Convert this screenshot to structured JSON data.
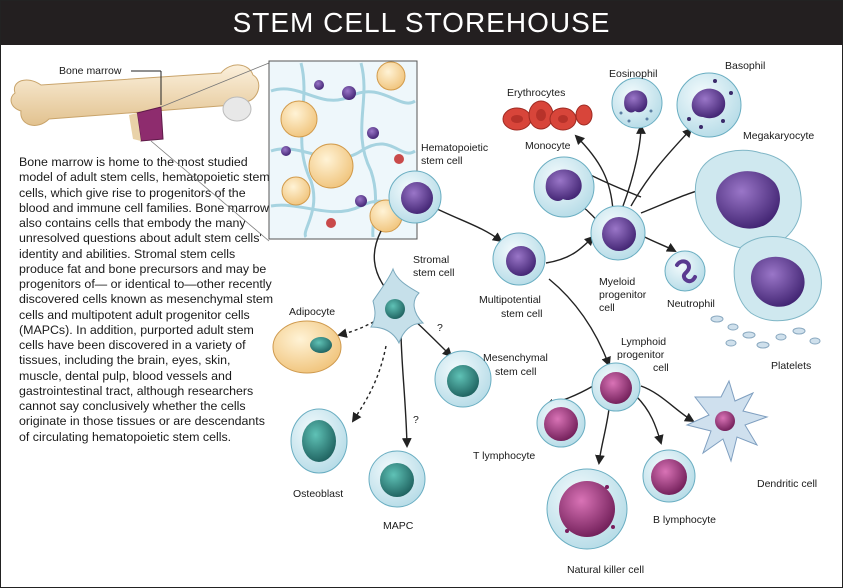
{
  "title": "STEM CELL STOREHOUSE",
  "intro_text": "Bone marrow is home to the most studied model of adult stem cells, hematopoietic stem cells, which give rise to progenitors of the blood and immune cell families. Bone marrow also contains cells that embody the many unresolved questions about adult stem cells' identity and abilities. Stromal stem cells produce fat and bone precursors and may be progenitors of— or identical to—other recently discovered cells known as mesenchymal stem cells and multipotent adult progenitor cells (MAPCs). In addition, purported adult stem cells have been discovered in a variety of tissues, including the brain, eyes, skin, muscle, dental pulp, blood vessels and gastrointestinal tract, although researchers cannot say conclusively whether the cells originate in those tissues or are descendants of circulating hematopoietic stem cells.",
  "labels": {
    "bone_marrow": "Bone marrow",
    "hsc": [
      "Hematopoietic",
      "stem cell"
    ],
    "stromal": [
      "Stromal",
      "stem cell"
    ],
    "adipocyte": "Adipocyte",
    "osteoblast": "Osteoblast",
    "mapc": "MAPC",
    "mesenchymal": [
      "Mesenchymal",
      "stem cell"
    ],
    "multipotential": [
      "Multipotential",
      "stem cell"
    ],
    "erythrocytes": "Erythrocytes",
    "eosinophil": "Eosinophil",
    "basophil": "Basophil",
    "megakaryocyte": "Megakaryocyte",
    "monocyte": "Monocyte",
    "myeloid": [
      "Myeloid",
      "progenitor",
      "cell"
    ],
    "neutrophil": "Neutrophil",
    "platelets": "Platelets",
    "lymphoid": [
      "Lymphoid",
      "progenitor",
      "cell"
    ],
    "t_lymphocyte": "T lymphocyte",
    "dendritic": "Dendritic cell",
    "b_lymphocyte": "B lymphocyte",
    "nk": "Natural killer cell",
    "question": "?"
  },
  "colors": {
    "banner_bg": "#231f20",
    "cell_membrane": "#c9e6ee",
    "nucleus_purple": "#6a3f9c",
    "nucleus_teal": "#2b8f8a",
    "nucleus_magenta": "#a3317f",
    "erythrocyte_red": "#d8453a",
    "bone": "#f1dcb8"
  }
}
